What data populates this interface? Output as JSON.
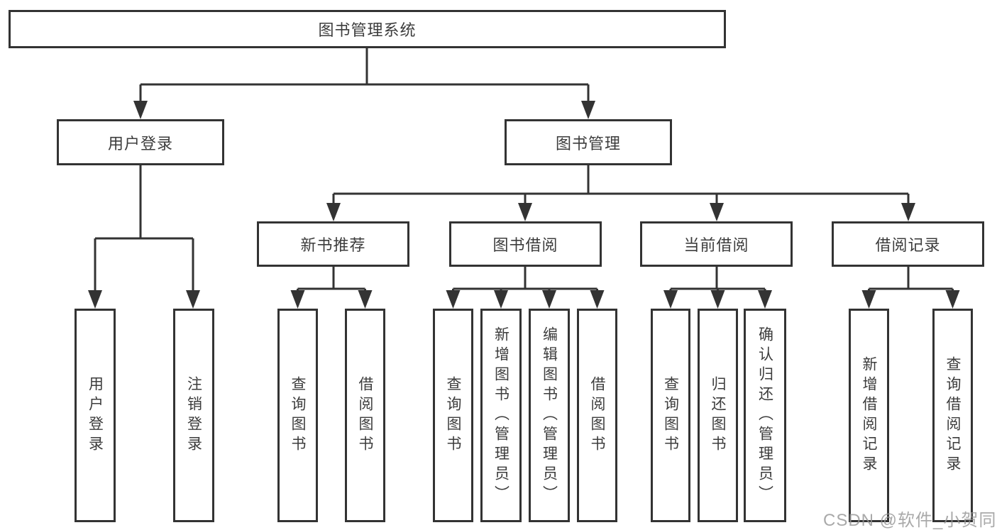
{
  "diagram": {
    "title": "图书管理系统",
    "nodes": {
      "root": {
        "label": "图书管理系统"
      },
      "user_login": {
        "label": "用户登录"
      },
      "book_mgmt": {
        "label": "图书管理"
      },
      "new_book_rec": {
        "label": "新书推荐"
      },
      "book_borrow": {
        "label": "图书借阅"
      },
      "current_borrow": {
        "label": "当前借阅"
      },
      "borrow_record": {
        "label": "借阅记录"
      },
      "leaf_user_login": {
        "label": "用户登录"
      },
      "leaf_logout": {
        "label": "注销登录"
      },
      "leaf_query_book_1": {
        "label": "查询图书"
      },
      "leaf_borrow_book_1": {
        "label": "借阅图书"
      },
      "leaf_query_book_2": {
        "label": "查询图书"
      },
      "leaf_add_book": {
        "label": "新增图书（管理员）"
      },
      "leaf_edit_book": {
        "label": "编辑图书（管理员）"
      },
      "leaf_borrow_book_2": {
        "label": "借阅图书"
      },
      "leaf_query_book_3": {
        "label": "查询图书"
      },
      "leaf_return_book": {
        "label": "归还图书"
      },
      "leaf_confirm_return": {
        "label": "确认归还（管理员）"
      },
      "leaf_add_record": {
        "label": "新增借阅记录"
      },
      "leaf_query_record": {
        "label": "查询借阅记录"
      }
    },
    "hierarchy": {
      "图书管理系统": {
        "用户登录": [
          "用户登录",
          "注销登录"
        ],
        "图书管理": {
          "新书推荐": [
            "查询图书",
            "借阅图书"
          ],
          "图书借阅": [
            "查询图书",
            "新增图书（管理员）",
            "编辑图书（管理员）",
            "借阅图书"
          ],
          "当前借阅": [
            "查询图书",
            "归还图书",
            "确认归还（管理员）"
          ],
          "借阅记录": [
            "新增借阅记录",
            "查询借阅记录"
          ]
        }
      }
    }
  },
  "watermark": {
    "text": "CSDN @软件_小贺同学"
  },
  "colors": {
    "line": "#333333",
    "box_border": "#333333",
    "text": "#3c3c3c",
    "background": "#ffffff",
    "watermark": "#949494"
  }
}
